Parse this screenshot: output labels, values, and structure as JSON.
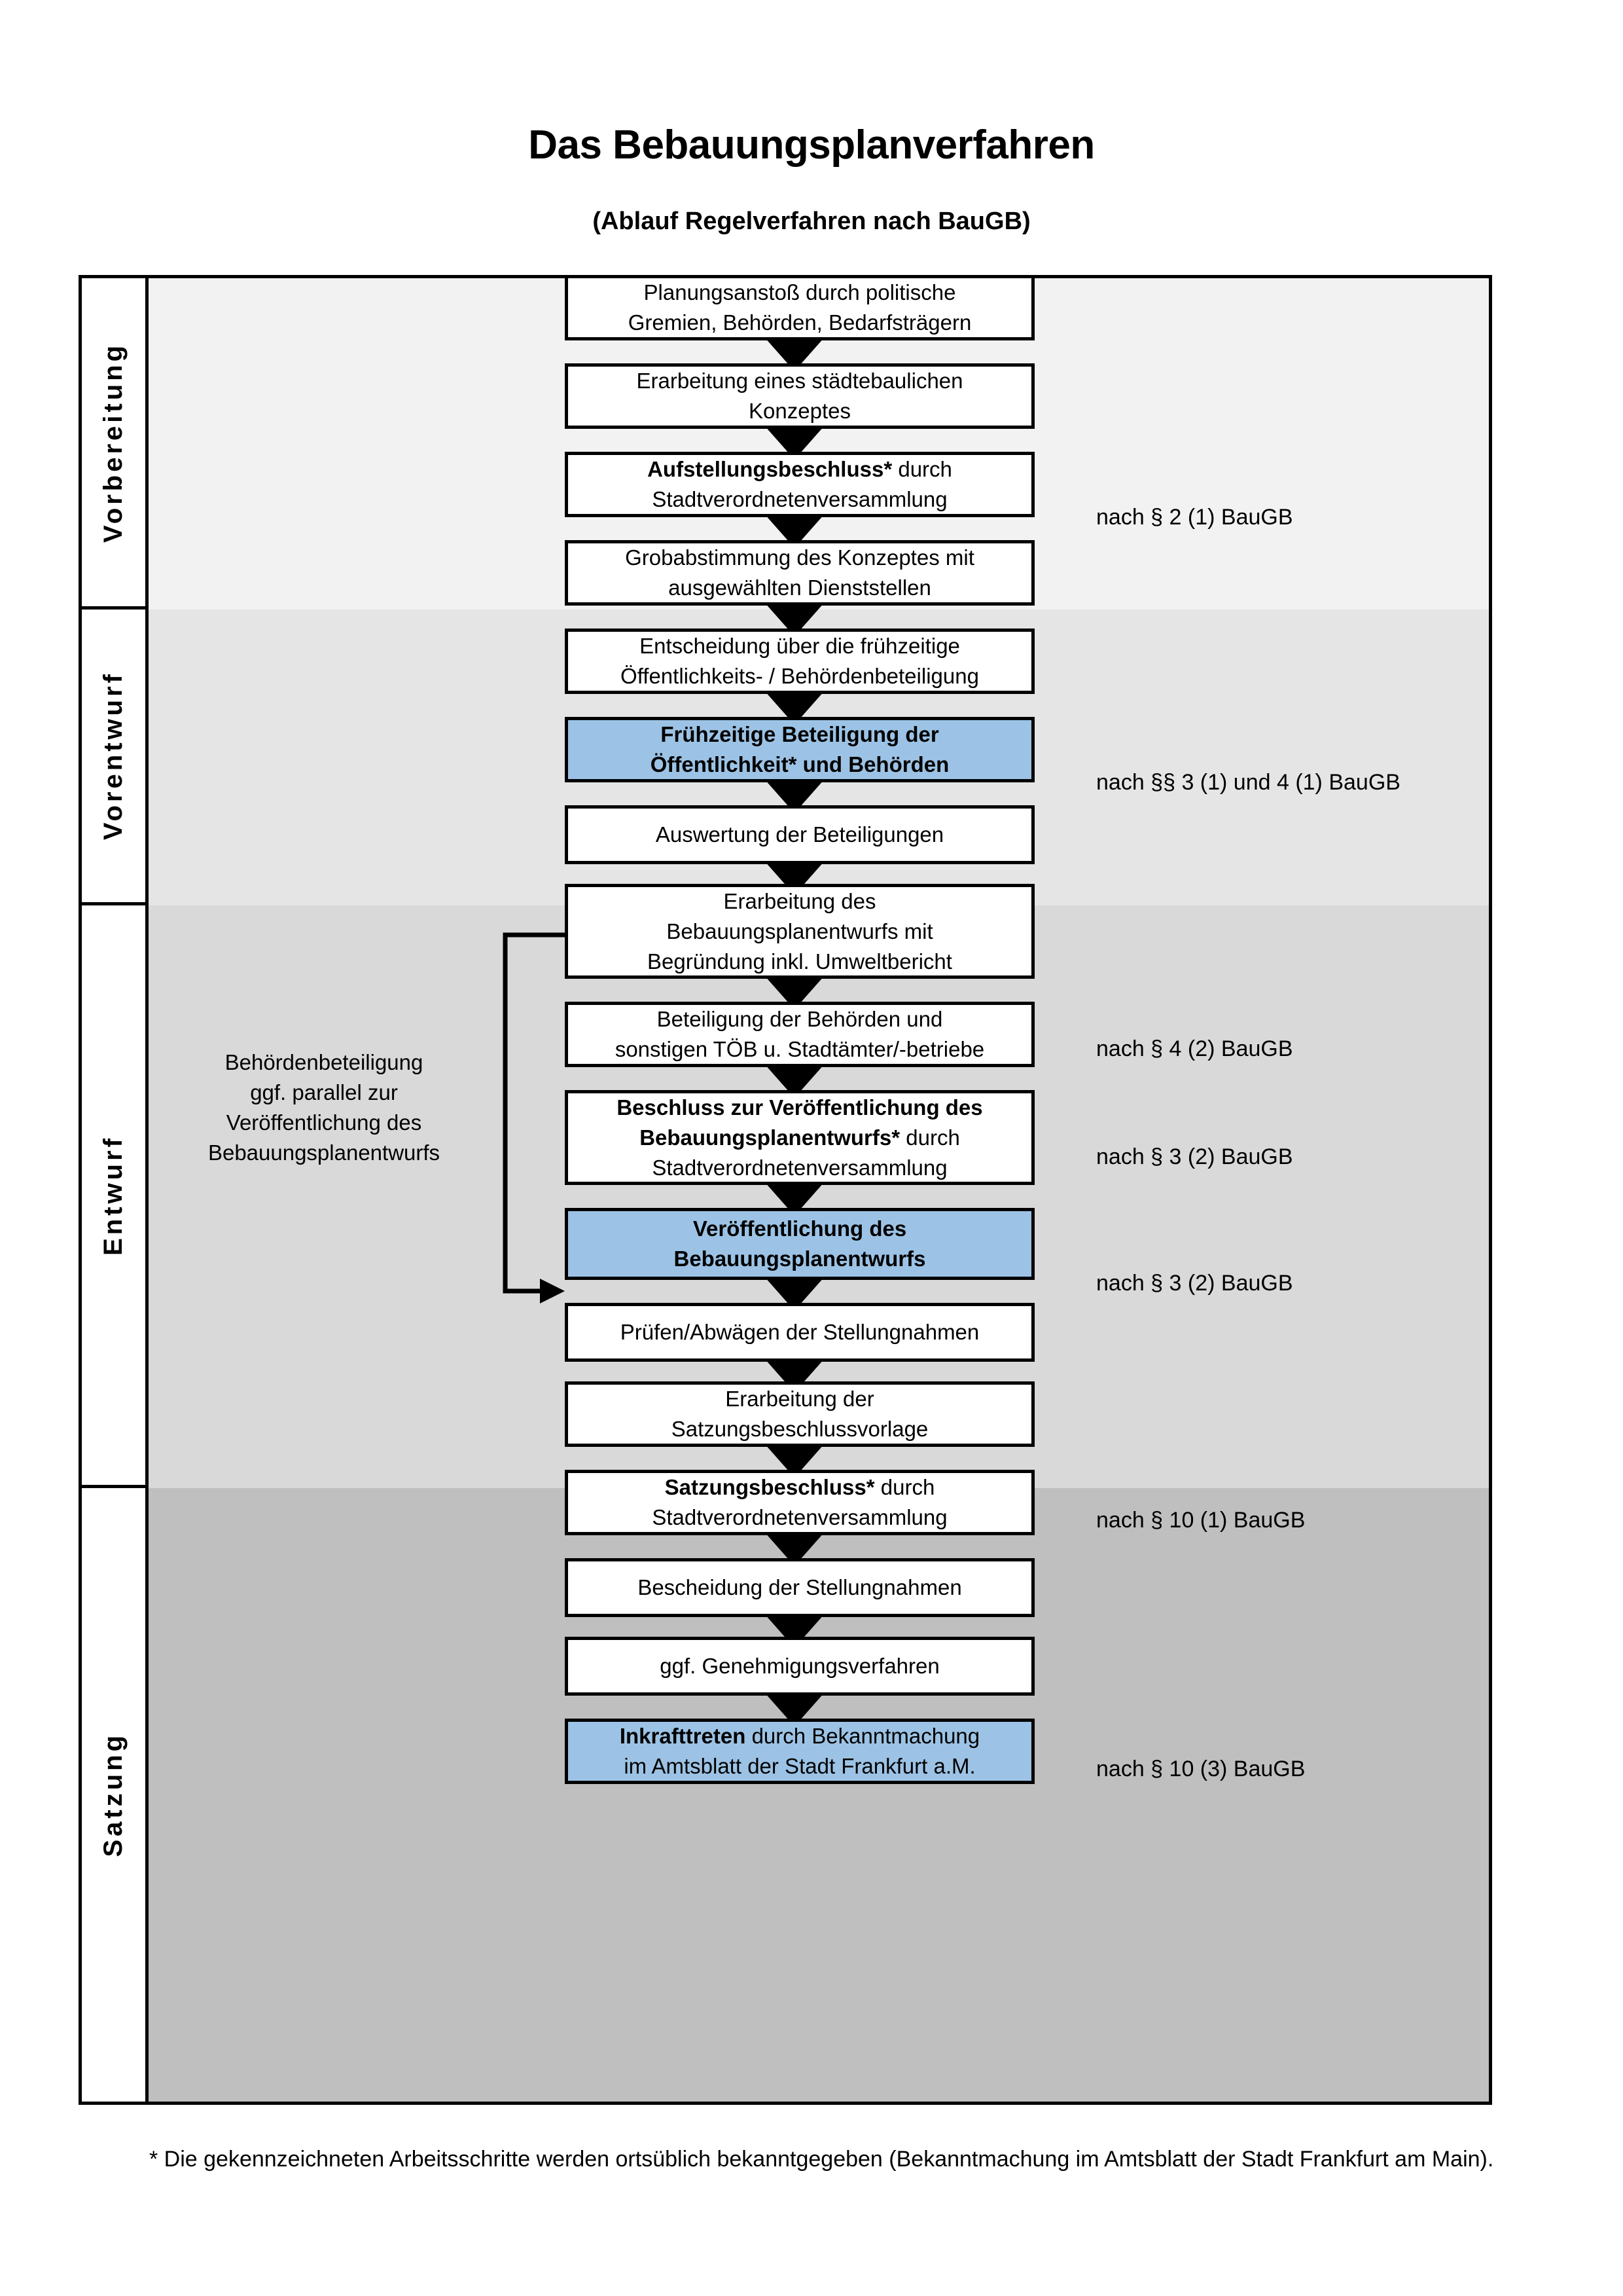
{
  "title": "Das Bebauungsplanverfahren",
  "subtitle": "(Ablauf Regelverfahren nach BauGB)",
  "phases": [
    {
      "label": "Vorbereitung"
    },
    {
      "label": "Vorentwurf"
    },
    {
      "label": "Entwurf"
    },
    {
      "label": "Satzung"
    }
  ],
  "steps": [
    {
      "id": "planungsanstoss",
      "line1": "Planungsanstoß durch politische",
      "line2": "Gremien, Behörden, Bedarfsträgern",
      "bold1": "",
      "highlight": false
    },
    {
      "id": "konzept",
      "line1": "Erarbeitung eines städtebaulichen",
      "line2": "Konzeptes",
      "bold1": "",
      "highlight": false
    },
    {
      "id": "aufstellungsbeschluss",
      "bold1": "Aufstellungsbeschluss*",
      "rest1": " durch",
      "line2": "Stadtverordnetenversammlung",
      "highlight": false
    },
    {
      "id": "grobabstimmung",
      "line1": "Grobabstimmung des Konzeptes mit",
      "line2": "ausgewählten Dienststellen",
      "highlight": false
    },
    {
      "id": "entscheidung-fruehzeitig",
      "line1": "Entscheidung über die frühzeitige",
      "line2": "Öffentlichkeits- / Behördenbeteiligung",
      "highlight": false
    },
    {
      "id": "fruehzeitige-beteiligung",
      "bold1": "Frühzeitige Beteiligung der",
      "bold2": "Öffentlichkeit* und Behörden",
      "highlight": true
    },
    {
      "id": "auswertung",
      "line1": "Auswertung der Beteiligungen",
      "highlight": false
    },
    {
      "id": "erarbeitung-entwurf",
      "line1": "Erarbeitung des",
      "line2": "Bebauungsplanentwurfs mit",
      "line3": "Begründung inkl. Umweltbericht",
      "highlight": false
    },
    {
      "id": "beteiligung-behoerden",
      "line1": "Beteiligung der Behörden und",
      "line2": "sonstigen TÖB u. Stadtämter/-betriebe",
      "highlight": false
    },
    {
      "id": "beschluss-veroeffentlichung",
      "bold1": "Beschluss zur Veröffentlichung des",
      "bold2": "Bebauungsplanentwurfs*",
      "rest2": " durch",
      "line3": "Stadtverordnetenversammlung",
      "highlight": false
    },
    {
      "id": "veroeffentlichung",
      "bold1": "Veröffentlichung des",
      "bold2": "Bebauungsplanentwurfs",
      "highlight": true
    },
    {
      "id": "pruefen-abwaegen",
      "line1": "Prüfen/Abwägen der Stellungnahmen",
      "highlight": false
    },
    {
      "id": "satzungsvorlage",
      "line1": "Erarbeitung der",
      "line2": "Satzungsbeschlussvorlage",
      "highlight": false
    },
    {
      "id": "satzungsbeschluss",
      "bold1": "Satzungsbeschluss*",
      "rest1": " durch",
      "line2": "Stadtverordnetenversammlung",
      "highlight": false
    },
    {
      "id": "bescheidung",
      "line1": "Bescheidung der Stellungnahmen",
      "highlight": false
    },
    {
      "id": "genehmigungsverfahren",
      "line1": "ggf. Genehmigungsverfahren",
      "highlight": false
    },
    {
      "id": "inkrafttreten",
      "bold1": "Inkrafttreten",
      "rest1": " durch Bekanntmachung",
      "line2": "im Amtsblatt der Stadt Frankfurt a.M.",
      "highlight": true
    }
  ],
  "annotations": [
    {
      "id": "ann-par2-1",
      "text": "nach § 2 (1) BauGB"
    },
    {
      "id": "ann-par3-4-1",
      "text": "nach §§ 3 (1) und 4 (1) BauGB"
    },
    {
      "id": "ann-par4-2",
      "text": "nach § 4 (2) BauGB"
    },
    {
      "id": "ann-par3-2-a",
      "text": "nach § 3 (2) BauGB"
    },
    {
      "id": "ann-par3-2-b",
      "text": "nach § 3 (2) BauGB"
    },
    {
      "id": "ann-par10-1",
      "text": "nach § 10 (1) BauGB"
    },
    {
      "id": "ann-par10-3",
      "text": "nach § 10 (3) BauGB"
    }
  ],
  "side_note": {
    "line1": "Behördenbeteiligung",
    "line2": "ggf. parallel zur",
    "line3": "Veröffentlichung des",
    "line4": "Bebauungsplanentwurfs"
  },
  "footnote": "* Die gekennzeichneten Arbeitsschritte werden ortsüblich bekanntgegeben (Bekanntmachung im Amtsblatt  der Stadt Frankfurt am Main).",
  "colors": {
    "highlight_box": "#9CC3E5",
    "band_1": "#F2F2F2",
    "band_2": "#E5E5E5",
    "band_3": "#D9D9D9",
    "band_4": "#BFBFBF",
    "stroke": "#000000"
  }
}
